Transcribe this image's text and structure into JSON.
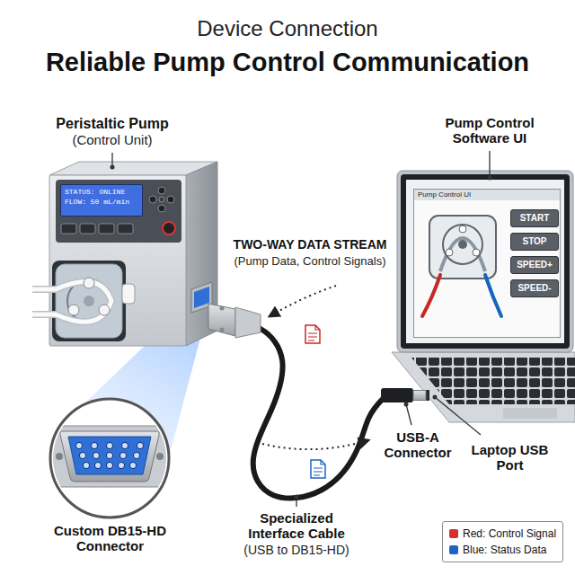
{
  "diagram": {
    "title": "Reliable Pump Control Communication",
    "nodes": [
      {
        "text": [
          "Peristaltic Pump",
          "(Control Unit)"
        ]
      },
      {
        "text": [
          "STATUS: ONLINE",
          "FLOW: 50 mL/min"
        ],
        "in": 0
      },
      {
        "text": [
          "Pump Control Software UI"
        ]
      },
      {
        "text": [
          "Pump Control UI"
        ],
        "in": 2
      },
      {
        "text": [
          "START"
        ],
        "in": 3
      },
      {
        "text": [
          "STOP"
        ],
        "in": 3
      },
      {
        "text": [
          "SPEED+"
        ],
        "in": 3
      },
      {
        "text": [
          "SPEED-"
        ],
        "in": 3
      },
      {
        "text": [
          "Custom DB15-HD Connector"
        ]
      }
    ],
    "edges": [
      {
        "from": 0,
        "to": 2,
        "arrow": "none"
      }
    ],
    "labels": [
      "Device Connection",
      "TWO-WAY DATA STREAM",
      "(Pump Data, Control Signals)",
      "USB-A Connector",
      "Laptop USB Port",
      "Specialized Interface Cable",
      "(USB to DB15-HD)"
    ],
    "legend": [
      {
        "text": "Red: Control Signal",
        "color": "#d32f2f"
      },
      {
        "text": "Blue: Status Data",
        "color": "#1e63c8"
      }
    ]
  }
}
